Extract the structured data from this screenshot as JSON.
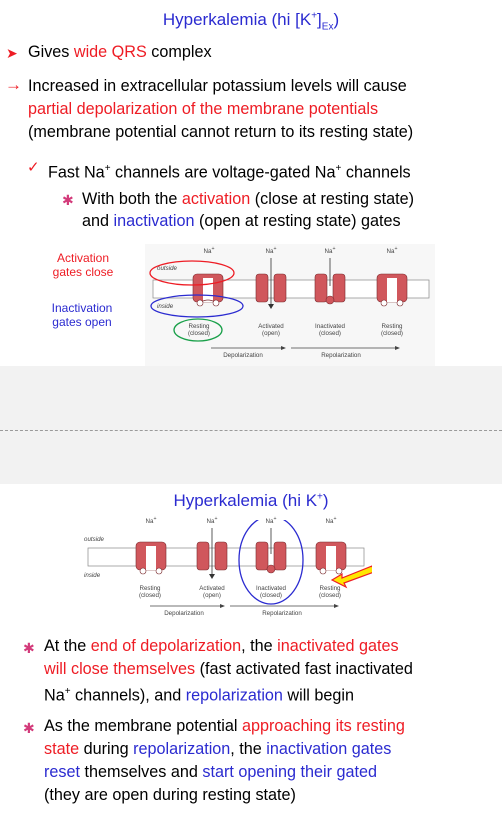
{
  "slide1": {
    "title_main": "Hyperkalemia (hi [K",
    "title_sup": "+",
    "title_close": "]",
    "title_sub": "Ex",
    "title_end": ")",
    "bullet1": {
      "pre": "Gives ",
      "red": "wide QRS",
      "post": " complex"
    },
    "bullet2": {
      "line1": "Increased in extracellular potassium levels will cause",
      "line2_red": "partial depolarization of the membrane potentials",
      "line3": "(membrane potential cannot return to its resting state)"
    },
    "check": {
      "pre": "Fast Na",
      "sup": "+",
      "mid": " channels are voltage-gated Na",
      "sup2": "+",
      "post": " channels"
    },
    "sub": {
      "l1_pre": "With both the ",
      "l1_red": "activation",
      "l1_post": " (close at resting state)",
      "l2_pre": "and ",
      "l2_blue": "inactivation",
      "l2_post": " (open at resting state) gates"
    },
    "annotation_activation": "Activation gates close",
    "annotation_inactivation": "Inactivation gates open"
  },
  "diagram": {
    "na": "Na",
    "na_sup": "+",
    "outside": "outside",
    "inside": "inside",
    "states": [
      {
        "name": "Resting",
        "sub": "(closed)"
      },
      {
        "name": "Activated",
        "sub": "(open)"
      },
      {
        "name": "Inactivated",
        "sub": "(closed)"
      },
      {
        "name": "Resting",
        "sub": "(closed)"
      }
    ],
    "depolarization": "Depolarization",
    "repolarization": "Repolarization"
  },
  "slide2": {
    "title_main": "Hyperkalemia (hi K",
    "title_sup": "+",
    "title_end": ")",
    "b1": {
      "l1_pre": "At the ",
      "l1_red": "end of depolarization",
      "l1_post": ", the ",
      "l1_red2": "inactivated gates",
      "l2_red": "will close themselves",
      "l2_post": " (fast activated fast inactivated",
      "l3_pre": "Na",
      "l3_sup": "+",
      "l3_mid": " channels), and ",
      "l3_blue": "repolarization",
      "l3_post": " will begin"
    },
    "b2": {
      "l1_pre": "As the membrane potential ",
      "l1_red": "approaching its resting",
      "l2_red": "state",
      "l2_mid": " during ",
      "l2_blue": "repolarization",
      "l2_post": ", the ",
      "l2_blue2": "inactivation gates",
      "l3_blue": "reset",
      "l3_mid": " themselves and ",
      "l3_blue2": "start opening their gated",
      "l4": "(they are open during resting state)"
    }
  },
  "colors": {
    "red": "#ee1c24",
    "blue": "#2b2bd0",
    "channel": "#d0575c",
    "gap_bg": "#f2f2f2",
    "arrow_fill": "#ffe600"
  }
}
